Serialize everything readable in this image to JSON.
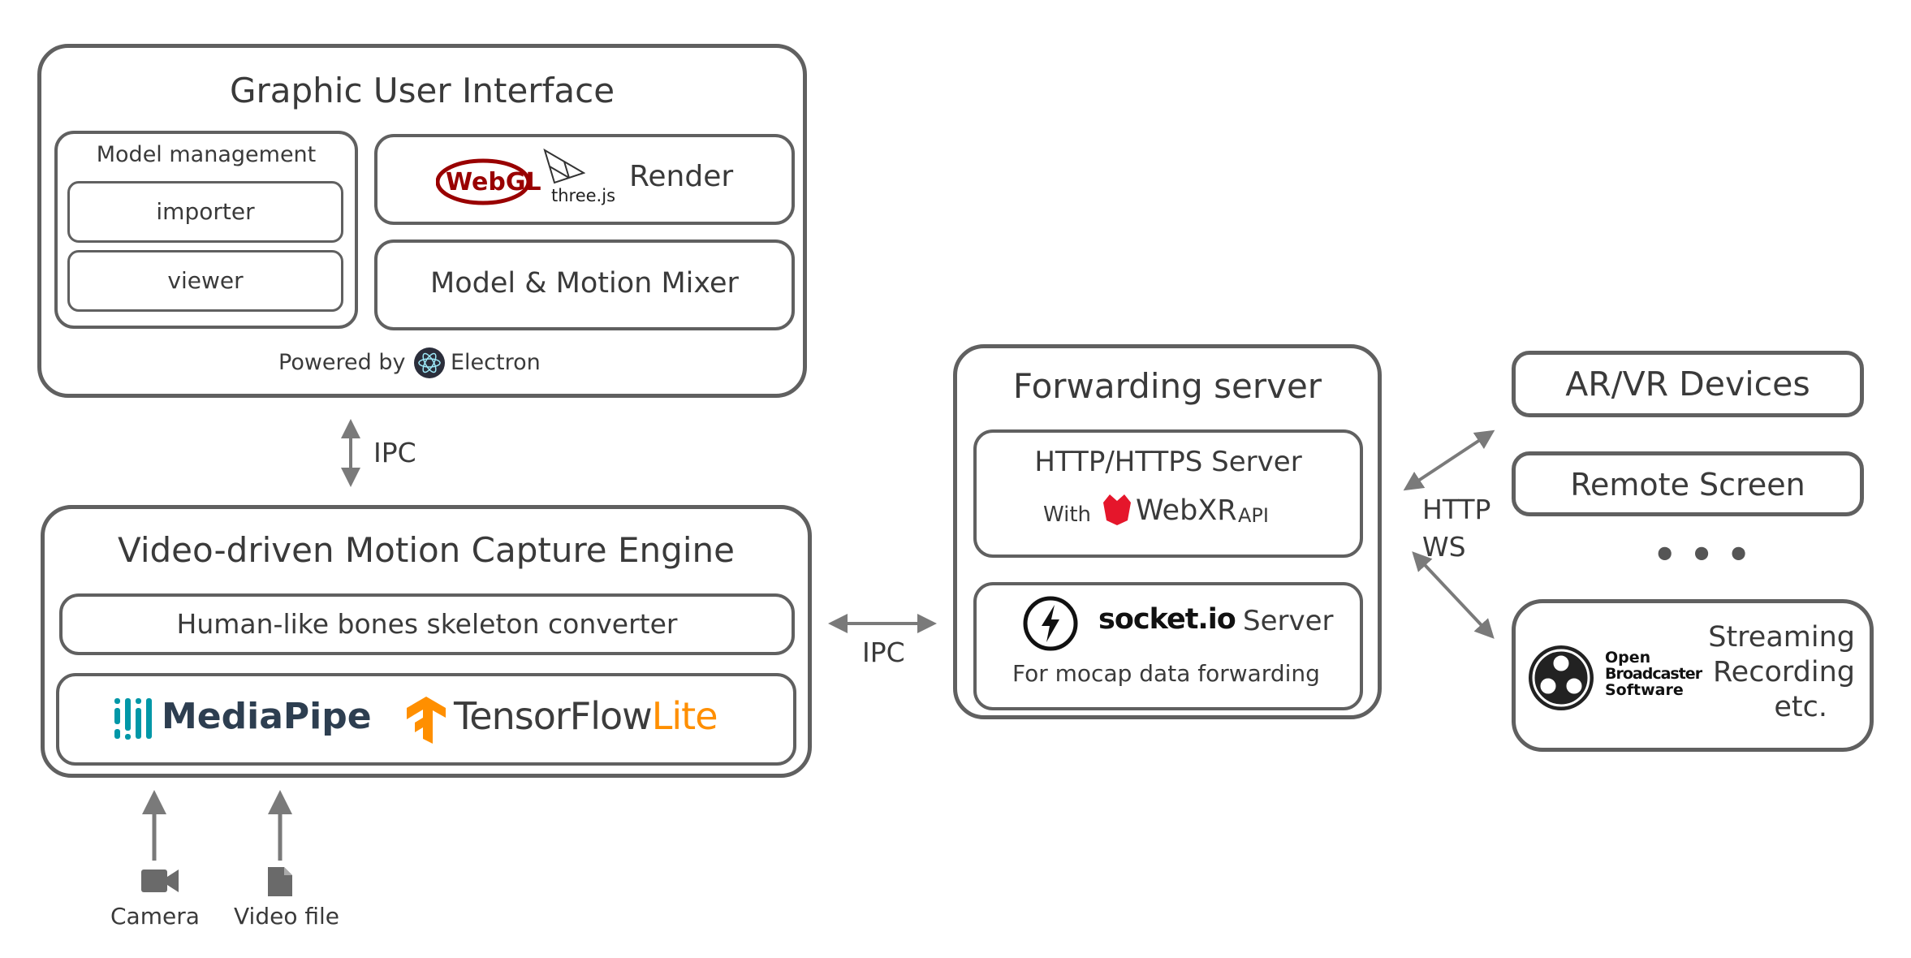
{
  "gui": {
    "title": "Graphic User Interface",
    "model_management": "Model management",
    "importer": "importer",
    "viewer": "viewer",
    "webgl_logo": "WebGL",
    "threejs_logo": "three.js",
    "render": "Render",
    "mixer": "Model & Motion Mixer",
    "powered_by": "Powered by",
    "electron": "Electron"
  },
  "ipc_vertical": "IPC",
  "engine": {
    "title": "Video-driven Motion Capture Engine",
    "converter": "Human-like bones skeleton converter",
    "mediapipe": "MediaPipe",
    "tensorflow": "TensorFlow",
    "lite": "Lite"
  },
  "inputs": {
    "camera": "Camera",
    "video_file": "Video file"
  },
  "ipc_horizontal": "IPC",
  "forwarding": {
    "title": "Forwarding server",
    "http_server": "HTTP/HTTPS Server",
    "with": "With",
    "webxr": "WebXR",
    "api": "API",
    "socketio": "socket.io",
    "server": "Server",
    "mocap": "For mocap data forwarding"
  },
  "protocols": {
    "http": "HTTP",
    "ws": "WS"
  },
  "devices": {
    "arvr": "AR/VR Devices",
    "remote": "Remote Screen",
    "ellipsis": "• • •",
    "obs_logo": [
      "Open",
      "Broadcaster",
      "Software"
    ],
    "uses": [
      "Streaming",
      "Recording",
      "etc."
    ]
  },
  "colors": {
    "border": "#606060",
    "arrow": "#7a7a7a",
    "webgl": "#990000",
    "webxr": "#e5162b",
    "mediapipe_icon": "#0097a7",
    "mediapipe_text": "#2d3e50",
    "tensorflow": "#ff8f00"
  }
}
